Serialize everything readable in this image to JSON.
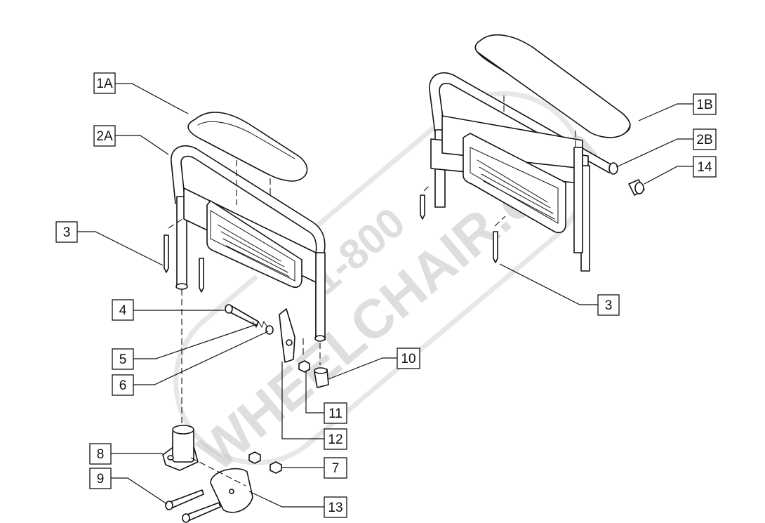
{
  "watermark": {
    "line1": "1-800",
    "line2": "WHEELCHAIR.com"
  },
  "callouts": {
    "c1A": "1A",
    "c2A": "2A",
    "c3a": "3",
    "c4": "4",
    "c5": "5",
    "c6": "6",
    "c8": "8",
    "c9": "9",
    "c1B": "1B",
    "c2B": "2B",
    "c14": "14",
    "c3b": "3",
    "c10": "10",
    "c11": "11",
    "c12": "12",
    "c7": "7",
    "c13": "13"
  }
}
